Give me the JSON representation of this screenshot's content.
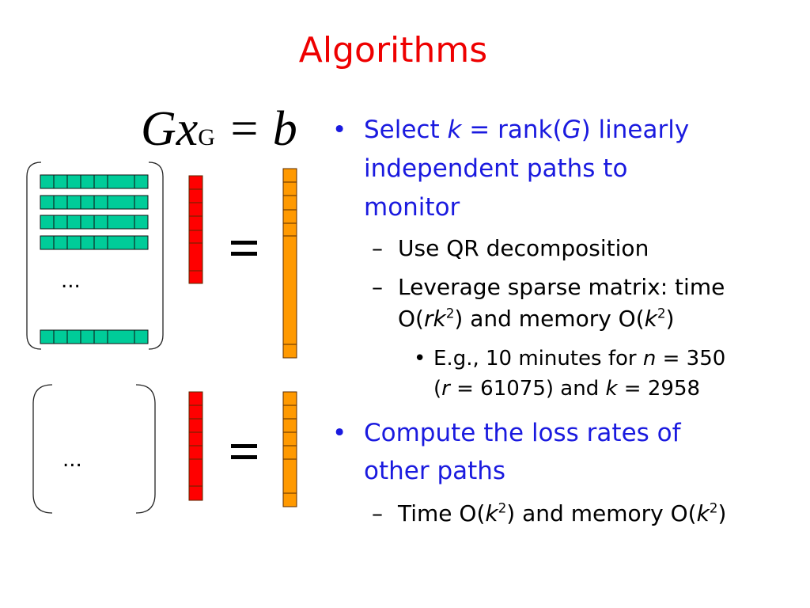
{
  "title": "Algorithms",
  "equation": {
    "main": "Gx",
    "subscript": "G",
    "rest": " = b"
  },
  "diagram": {
    "ellipsis_top": "...",
    "ellipsis_bottom": "...",
    "equals": "=",
    "colors": {
      "matrix_row": "#00cc99",
      "vector_x": "#ff0000",
      "vector_b": "#ff9900"
    }
  },
  "bullets": {
    "b1": {
      "marker": "•",
      "l1a": "Select ",
      "k": "k",
      "l1b": " = rank(",
      "G": "G",
      "l1c": ") linearly",
      "l2": "independent paths to",
      "l3": "monitor"
    },
    "s1": {
      "marker": "–",
      "text": "Use QR decomposition"
    },
    "s2": {
      "marker": "–",
      "l1": "Leverage sparse matrix: time",
      "a": "O(",
      "rk": "rk",
      "sup1": "2",
      "b": ") and memory O(",
      "k": "k",
      "sup2": "2",
      "c": ")"
    },
    "ss1": {
      "marker": "•",
      "a": "E.g., 10 minutes for ",
      "n": "n",
      "b": " = 350",
      "c": "(",
      "r": "r",
      "d": " = 61075) and ",
      "k": "k",
      "e": " = 2958"
    },
    "b2": {
      "marker": "•",
      "l1": "Compute the loss rates of",
      "l2": "other paths"
    },
    "s3": {
      "marker": "–",
      "a": "Time O(",
      "k1": "k",
      "sup1": "2",
      "b": ") and memory O(",
      "k2": "k",
      "sup2": "2",
      "c": ")"
    }
  }
}
